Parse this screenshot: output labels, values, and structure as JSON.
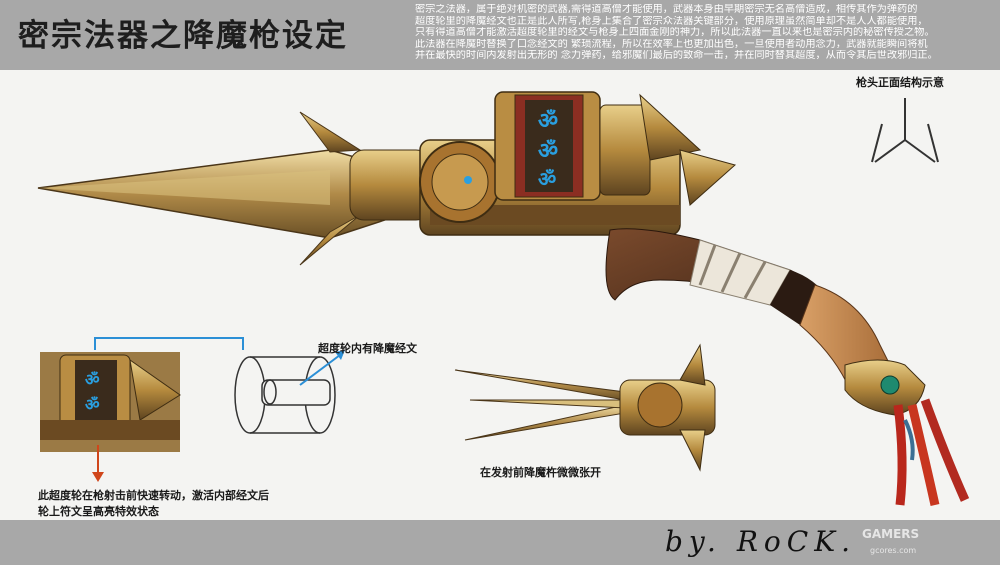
{
  "header": {
    "title": "密宗法器之降魔枪设定",
    "description": [
      "密宗之法器，属于绝对机密的武器,需得道高僧才能使用，武器本身由早期密宗无名高僧造成，相传其作为弹药的",
      "超度轮里的降魔经文也正是此人所写,枪身上集合了密宗众法器关键部分，使用原理虽然简单却不是人人都能使用，",
      "只有得道高僧才能激活超度轮里的经文与枪身上四面金刚的神力，所以此法器一直以来也是密宗内的秘密传授之物。",
      "此法器在降魔时替换了口念经文的 繁琐流程，所以在效率上也更加出色，一旦使用者动用念力，武器就能瞬间将机",
      "并在最快的时间内发射出无形的 念力弹药，给邪魔们最后的致命一击，并在同时替其超度，从而令其后世改邪归正。"
    ]
  },
  "labels": {
    "top_view": "枪头正面结构示意",
    "wheel_scripture": "超度轮内有降魔经文",
    "prong_open": "在发射前降魔杵微微张开",
    "wheel_note_line1": "此超度轮在枪射击前快速转动，激活内部经文后",
    "wheel_note_line2": "轮上符文呈高亮特效状态"
  },
  "signature": "by. RoCK.",
  "watermark": {
    "main": "GAMERS",
    "sub": "gcores.com"
  },
  "colors": {
    "header_bg": "#a8a8a8",
    "gold": "#b58a3e",
    "rune_blue": "#2a9fe0",
    "callout_blue": "#2b8fd6",
    "arrow_red": "#d0461b"
  }
}
